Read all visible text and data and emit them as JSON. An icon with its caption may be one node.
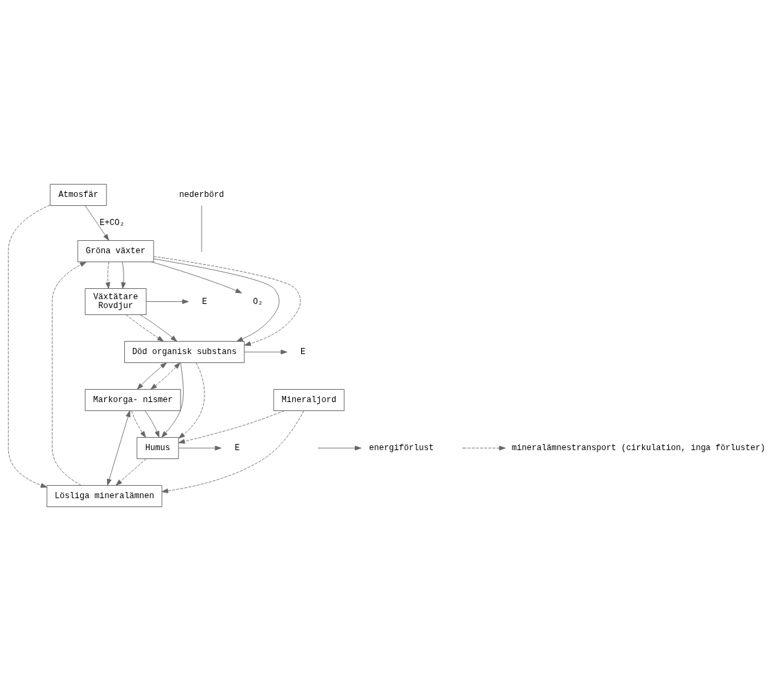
{
  "diagram": {
    "nodes": [
      {
        "text": [
          "Atmosfär"
        ]
      },
      {
        "text": [
          "O₂"
        ]
      },
      {
        "text": [
          "Gröna växter"
        ]
      },
      {
        "text": [
          "Växtätare",
          "Rovdjur"
        ]
      },
      {
        "text": [
          "E"
        ]
      },
      {
        "text": [
          "Död organisk substans"
        ]
      },
      {
        "text": [
          "E"
        ]
      },
      {
        "text": [
          "Markorga- nismer"
        ]
      },
      {
        "text": [
          "Lösliga mineralämnen"
        ]
      },
      {
        "text": [
          "Humus"
        ]
      },
      {
        "text": [
          "E"
        ]
      },
      {
        "text": [
          "Mineraljord"
        ]
      },
      {
        "text": [
          "nederbörd"
        ]
      }
    ],
    "edges": [
      {
        "from": 0,
        "to": 2,
        "arrow": "to",
        "label": "E+CO₂"
      },
      {
        "from": 2,
        "to": 1,
        "arrow": "to"
      },
      {
        "from": 0,
        "to": 8,
        "arrow": "to",
        "style": "dashed"
      },
      {
        "from": 2,
        "to": 3,
        "arrow": "to",
        "style": "dashed"
      },
      {
        "from": 2,
        "to": 3,
        "arrow": "to"
      },
      {
        "from": 3,
        "to": 4,
        "arrow": "to"
      },
      {
        "from": 2,
        "to": 5,
        "arrow": "to"
      },
      {
        "from": 2,
        "to": 5,
        "arrow": "to",
        "style": "dashed"
      },
      {
        "from": 8,
        "to": 2,
        "arrow": "to",
        "style": "dashed"
      },
      {
        "from": 3,
        "to": 5,
        "arrow": "to",
        "style": "dashed"
      },
      {
        "from": 3,
        "to": 5,
        "arrow": "to"
      },
      {
        "from": 5,
        "to": 6,
        "arrow": "to"
      },
      {
        "from": 5,
        "to": 7,
        "arrow": "both"
      },
      {
        "from": 5,
        "to": 7,
        "arrow": "both",
        "style": "dashed"
      },
      {
        "from": 5,
        "to": 9,
        "arrow": "to"
      },
      {
        "from": 5,
        "to": 9,
        "arrow": "to",
        "style": "dashed"
      },
      {
        "from": 7,
        "to": 8,
        "arrow": "both"
      },
      {
        "from": 7,
        "to": 9,
        "arrow": "to",
        "style": "dashed"
      },
      {
        "from": 7,
        "to": 9,
        "arrow": "to"
      },
      {
        "from": 9,
        "to": 10,
        "arrow": "to"
      },
      {
        "from": 9,
        "to": 8,
        "arrow": "to",
        "style": "dashed"
      },
      {
        "from": 11,
        "to": 9,
        "arrow": "to",
        "style": "dashed"
      },
      {
        "from": 11,
        "to": 8,
        "arrow": "to",
        "style": "dashed"
      },
      {
        "from": 12,
        "to": null,
        "arrow": "none"
      }
    ],
    "legend": [
      {
        "text": "energiförlust"
      },
      {
        "text": "mineralämnestransport (cirkulation, inga förluster)"
      }
    ]
  }
}
